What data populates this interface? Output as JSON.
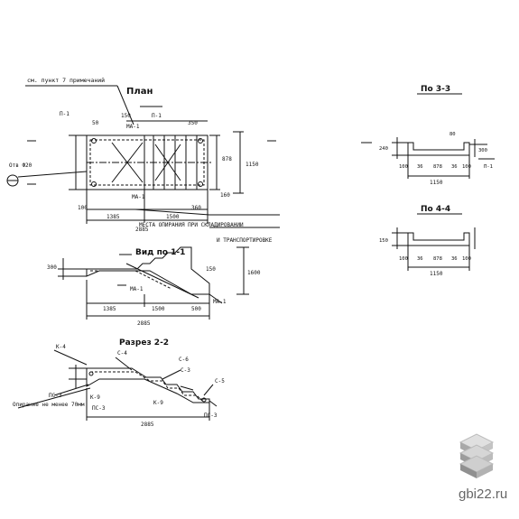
{
  "titles": {
    "plan": "План",
    "section33": "По 3-3",
    "section44": "По 4-4",
    "view11": "Вид по 1-1",
    "cut22": "Разрез 2-2"
  },
  "notes": {
    "see_point": "см. пункт 7 примечаний",
    "places_1": "МЕСТА ОПИРАНИЯ ПРИ СКЛАДИРОВАНИИ",
    "places_2": "И ТРАНСПОРТИРОВКЕ",
    "support": "Опирание не менее 70мм",
    "otv": "Отв Ф20"
  },
  "marks": {
    "ma1": "МА-1",
    "p1": "П-1",
    "k4": "К-4",
    "k9": "К-9",
    "s4": "С-4",
    "s6": "С-6",
    "s3": "С-3",
    "s5": "С-5",
    "ps3": "ПС-3"
  },
  "plan_dims": {
    "d150": "150",
    "d350": "350",
    "d50": "50",
    "d100": "100",
    "d1385": "1385",
    "d1500": "1500",
    "d2885": "2885",
    "d1150": "1150",
    "d878": "878",
    "d360": "360",
    "d160": "160"
  },
  "section_dims": {
    "s240": "240",
    "s100": "100",
    "s36": "36",
    "s878": "878",
    "s1150": "1150",
    "s300": "300",
    "s80": "80",
    "s150": "150"
  },
  "view_dims": {
    "v1385": "1385",
    "v1500": "1500",
    "v2885": "2885",
    "v500": "500",
    "v1600": "1600",
    "v150": "150",
    "v300": "300"
  },
  "watermark": "gbi22.ru"
}
